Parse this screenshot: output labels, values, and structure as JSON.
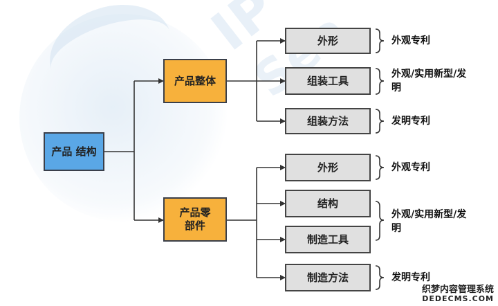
{
  "root": {
    "label": "产品 结构"
  },
  "groups": [
    {
      "label": "产品整体",
      "items": [
        {
          "label": "外形",
          "patent": "外观专利"
        },
        {
          "label": "组装工具",
          "patent": "外观/实用新型/发明"
        },
        {
          "label": "组装方法",
          "patent": "发明专利"
        }
      ]
    },
    {
      "label": "产品零部件",
      "items": [
        {
          "label": "外形"
        },
        {
          "label": "结构"
        },
        {
          "label": "制造工具"
        },
        {
          "label": "制造方法"
        }
      ],
      "patents": [
        "外观专利",
        "外观/实用新型/发明",
        "发明专利"
      ]
    }
  ],
  "watermark": {
    "text_1": "IP",
    "text_2": "Sea"
  },
  "brand": {
    "line1": "织梦内容管理系统",
    "line2": "DEDECMS.COM"
  },
  "colors": {
    "root": "#5aa7e6",
    "group": "#f7b13c",
    "item": "#e0e0e0",
    "line": "#333333"
  }
}
